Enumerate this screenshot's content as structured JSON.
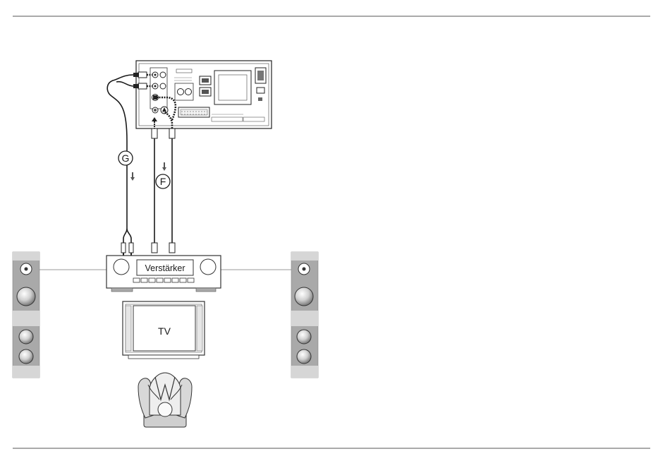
{
  "labels": {
    "cable_g": "G",
    "cable_f": "F",
    "amplifier": "Verstärker",
    "tv": "TV"
  },
  "colors": {
    "speaker_body": "#a9a9a9",
    "speaker_band": "#d6d6d6",
    "line": "#1a1a1a",
    "rule": "#555555"
  },
  "icons": {
    "direction_arrow": "down-arrow-icon",
    "listener": "person-in-armchair-icon"
  }
}
